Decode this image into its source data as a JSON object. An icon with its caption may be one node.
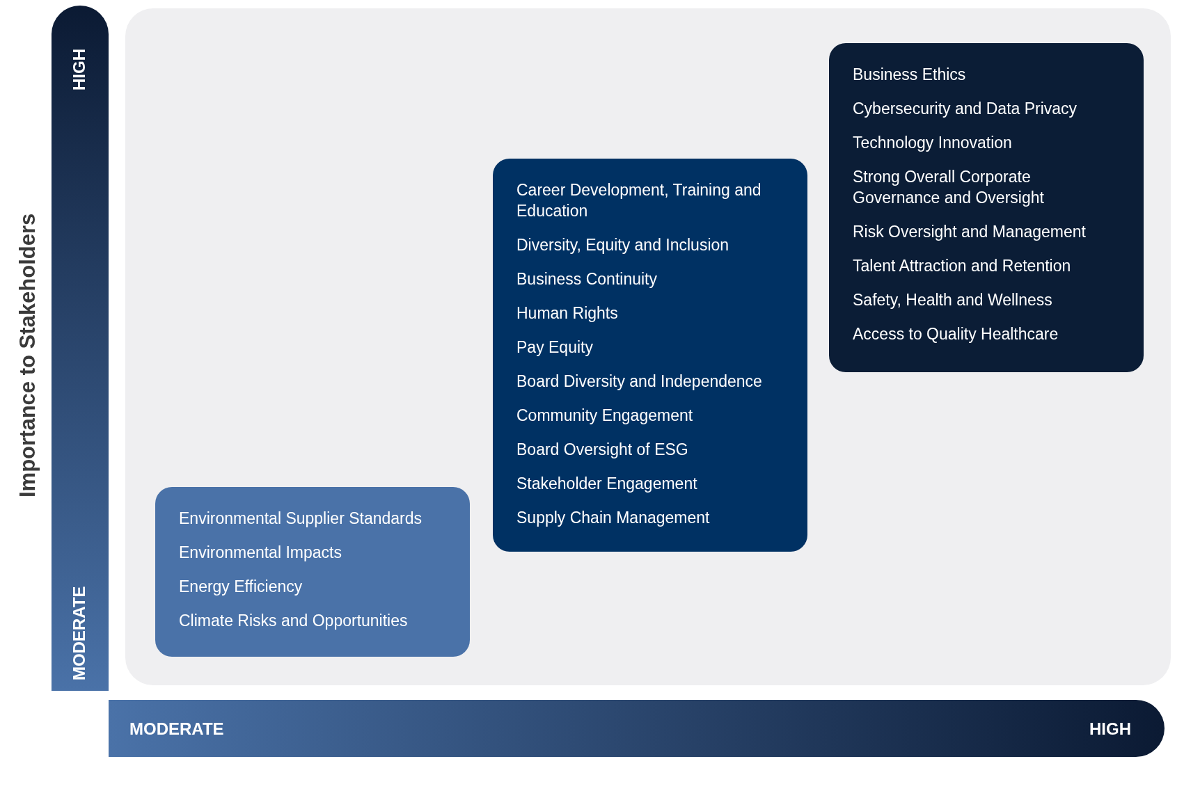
{
  "diagram": {
    "nodes": [
      {
        "text": [
          "HIGH",
          "MODERATE"
        ]
      },
      {
        "text": [],
        "shape": "box"
      },
      {
        "text": [
          "Business Ethics",
          "Cybersecurity and Data Privacy",
          "Technology Innovation",
          "Strong Overall Corporate Governance and Oversight",
          "Risk Oversight and Management",
          "Talent Attraction and Retention",
          "Safety, Health and Wellness",
          "Access to Quality Healthcare"
        ],
        "in": 1
      },
      {
        "text": [
          "Career Development, Training and Education",
          "Diversity, Equity and Inclusion",
          "Business Continuity",
          "Human Rights",
          "Pay Equity",
          "Board Diversity and Independence",
          "Community Engagement",
          "Board Oversight of ESG",
          "Stakeholder Engagement",
          "Supply Chain Management"
        ],
        "in": 1
      },
      {
        "text": [
          "Environmental Supplier Standards",
          "Environmental Impacts",
          "Energy Efficiency",
          "Climate Risks and Opportunities"
        ],
        "in": 1
      },
      {
        "text": [
          "MODERATE",
          "HIGH"
        ]
      }
    ],
    "edges": [],
    "labels": [
      "Importance to Stakeholders"
    ]
  }
}
